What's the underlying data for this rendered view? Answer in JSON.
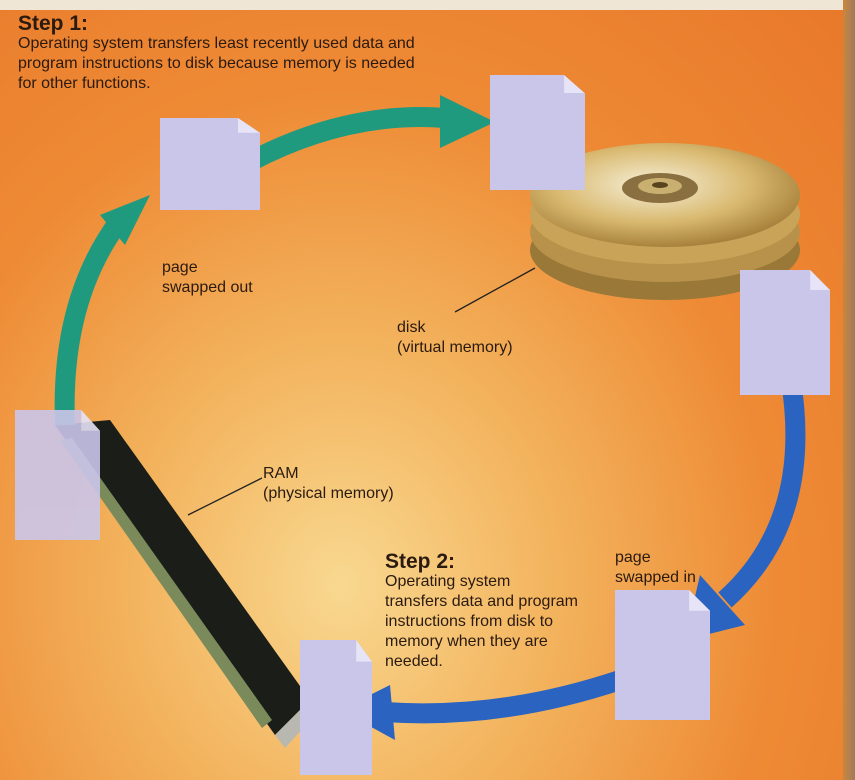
{
  "step1": {
    "title": "Step 1:",
    "lines": [
      "Operating system transfers least recently used data and",
      "program instructions to disk because memory is needed",
      "for other functions."
    ]
  },
  "step2": {
    "title": "Step 2:",
    "lines": [
      "Operating system",
      "transfers data and program",
      "instructions from disk to",
      "memory when they are",
      "needed."
    ]
  },
  "labels": {
    "page_out": [
      "page",
      "swapped out"
    ],
    "page_in": [
      "page",
      "swapped in"
    ],
    "disk": [
      "disk",
      "(virtual memory)"
    ],
    "ram": [
      "RAM",
      "(physical memory)"
    ]
  },
  "colors": {
    "green_arrow": "#1f9a7f",
    "blue_arrow": "#2a64c0",
    "page": "#cac6ea"
  }
}
